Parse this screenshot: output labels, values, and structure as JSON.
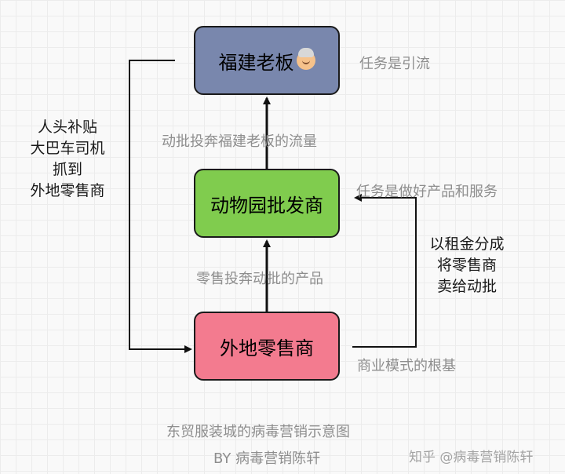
{
  "nodes": {
    "boss": "福建老板",
    "zoo_wholesale": "动物园批发商",
    "retailer": "外地零售商"
  },
  "annotations": {
    "boss_task": "任务是引流",
    "zoo_task": "任务是做好产品和服务",
    "zoo_to_boss": "动批投奔福建老板的流量",
    "retail_to_zoo": "零售投奔动批的产品",
    "business_base": "商业模式的根基"
  },
  "left_note": [
    "人头补贴",
    "大巴车司机",
    "抓到",
    "外地零售商"
  ],
  "right_note": [
    "以租金分成",
    "将零售商",
    "卖给动批"
  ],
  "caption": {
    "title": "东贸服装城的病毒营销示意图",
    "byline": "BY 病毒营销陈轩"
  },
  "watermark": "知乎 @病毒营销陈轩",
  "colors": {
    "boss": "#7987ad",
    "zoo_wholesale": "#80cc4e",
    "retailer": "#f37b8f"
  }
}
